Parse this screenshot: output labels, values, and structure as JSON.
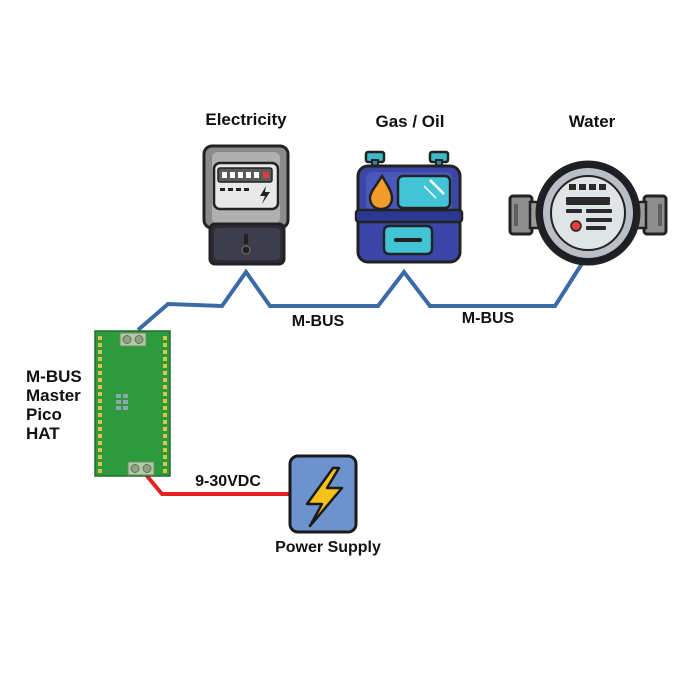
{
  "meters": {
    "electricity": {
      "label": "Electricity"
    },
    "gas": {
      "label": "Gas / Oil"
    },
    "water": {
      "label": "Water"
    }
  },
  "bus": {
    "label_left": "M-BUS",
    "label_right": "M-BUS",
    "color": "#3a6aa8"
  },
  "board": {
    "label_lines": [
      "M-BUS",
      "Master",
      "Pico",
      "HAT"
    ],
    "color": "#2e9a3e"
  },
  "power": {
    "label": "Power Supply",
    "voltage_label": "9-30VDC",
    "wire_color": "#e52222",
    "icon": "lightning-bolt-icon"
  }
}
